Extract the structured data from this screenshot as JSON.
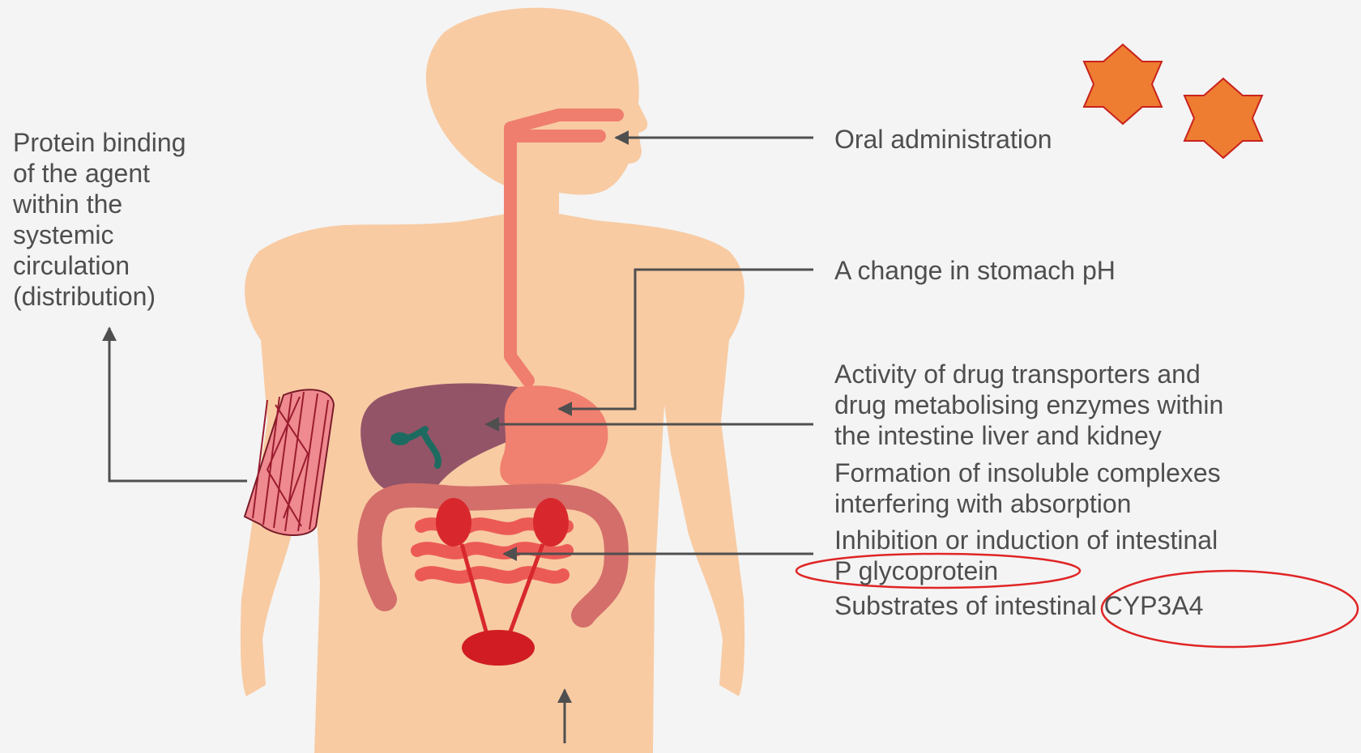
{
  "colors": {
    "background": "#f4f4f4",
    "body_skin": "#f8cba3",
    "esophagus": "#ef7e6f",
    "stomach": "#f0806f",
    "liver": "#935468",
    "gallbladder": "#1d6b60",
    "muscle": "#ee8a90",
    "muscle_fibers": "#9b1c2e",
    "large_intestine": "#d46e6a",
    "small_intestine": "#ec5a56",
    "kidneys": "#d8282e",
    "bladder": "#d01c22",
    "arrow": "#4f4f4f",
    "text": "#4e4e4e",
    "highlight_ellipse": "#e02525",
    "star_fill": "#ee7d31",
    "star_stroke": "#c8221c"
  },
  "left_label": {
    "lines": [
      "Protein binding",
      "of the agent",
      "within the",
      "systemic",
      "circulation",
      "(distribution)"
    ]
  },
  "right_labels": {
    "oral": "Oral administration",
    "stomach_ph": "A change in stomach pH",
    "activity": [
      "Activity of drug transporters and",
      "drug metabolising enzymes within",
      "the intestine liver and kidney"
    ],
    "formation": [
      "Formation of insoluble complexes",
      "interfering with absorption"
    ],
    "inhibition": [
      "Inhibition or induction of intestinal",
      "P glycoprotein"
    ],
    "substrates": "Substrates of intestinal CYP3A4"
  },
  "decorations": {
    "stars": [
      "star-icon",
      "star-icon"
    ],
    "highlights": [
      "ellipse-highlight",
      "ellipse-highlight"
    ]
  }
}
